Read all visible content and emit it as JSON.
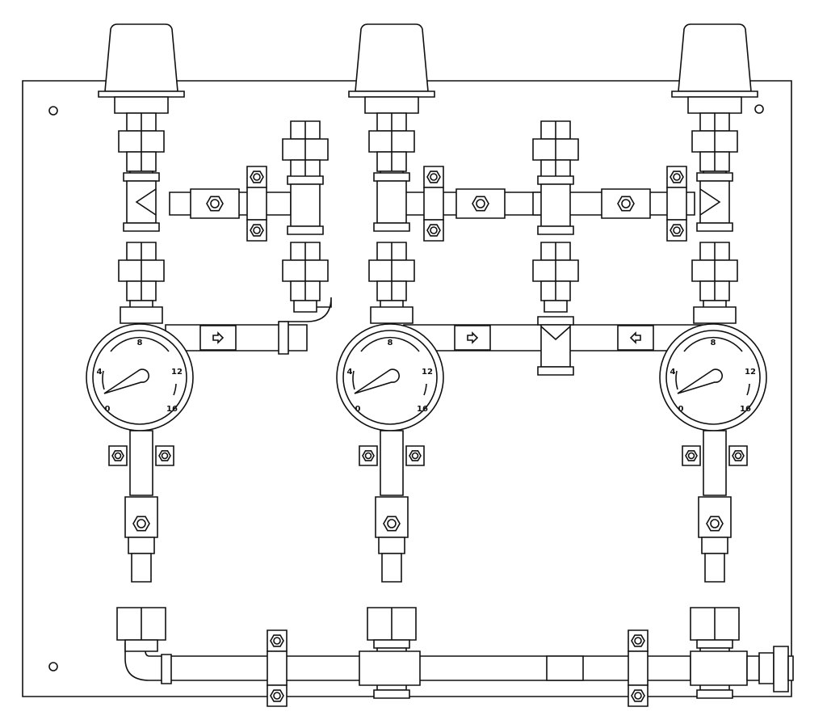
{
  "diagram": {
    "colors": {
      "line": "#111111",
      "background": "#ffffff"
    },
    "gauges": [
      {
        "id": "left",
        "labels": [
          "0",
          "4",
          "8",
          "12",
          "16"
        ]
      },
      {
        "id": "middle",
        "labels": [
          "0",
          "4",
          "8",
          "12",
          "16"
        ]
      },
      {
        "id": "right",
        "labels": [
          "0",
          "4",
          "8",
          "12",
          "16"
        ]
      }
    ],
    "flow_arrows": [
      "right",
      "right",
      "left"
    ]
  }
}
